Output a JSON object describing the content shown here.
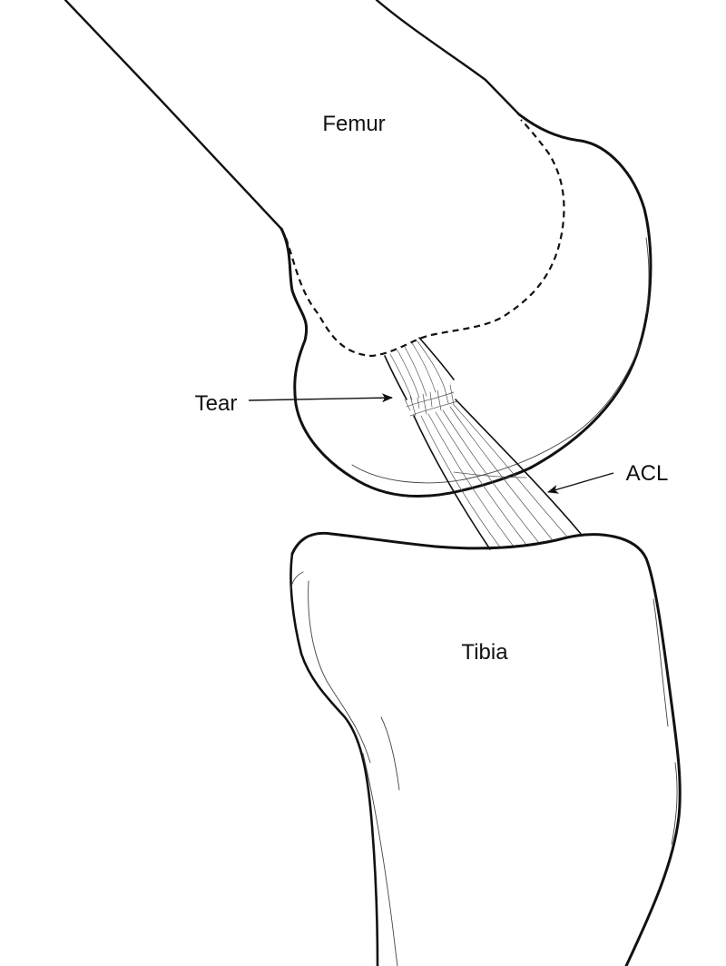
{
  "labels": {
    "femur": "Femur",
    "tear": "Tear",
    "acl": "ACL",
    "tibia": "Tibia"
  },
  "colors": {
    "line": "#111111",
    "background": "#ffffff"
  }
}
